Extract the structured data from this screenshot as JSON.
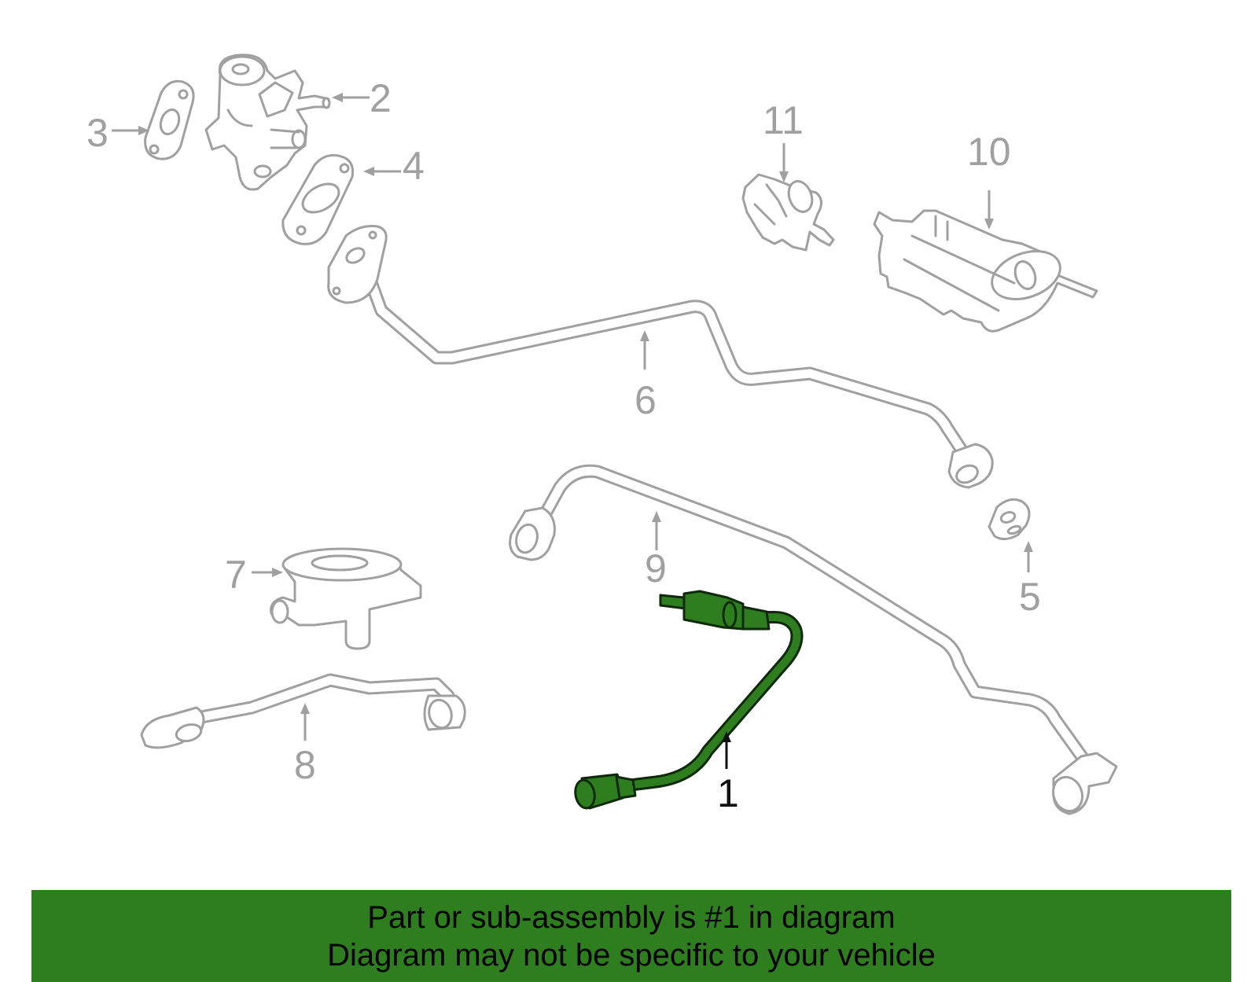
{
  "callouts": {
    "c1": "1",
    "c2": "2",
    "c3": "3",
    "c4": "4",
    "c5": "5",
    "c6": "6",
    "c7": "7",
    "c8": "8",
    "c9": "9",
    "c10": "10",
    "c11": "11"
  },
  "highlighted_part": "1",
  "colors": {
    "highlight": "#2e7d1f",
    "outline": "#a0a0a0",
    "banner": "#2e7d1f"
  },
  "banner": {
    "line1": "Part or sub-assembly is #1 in diagram",
    "line2": "Diagram may not be specific to your vehicle"
  }
}
